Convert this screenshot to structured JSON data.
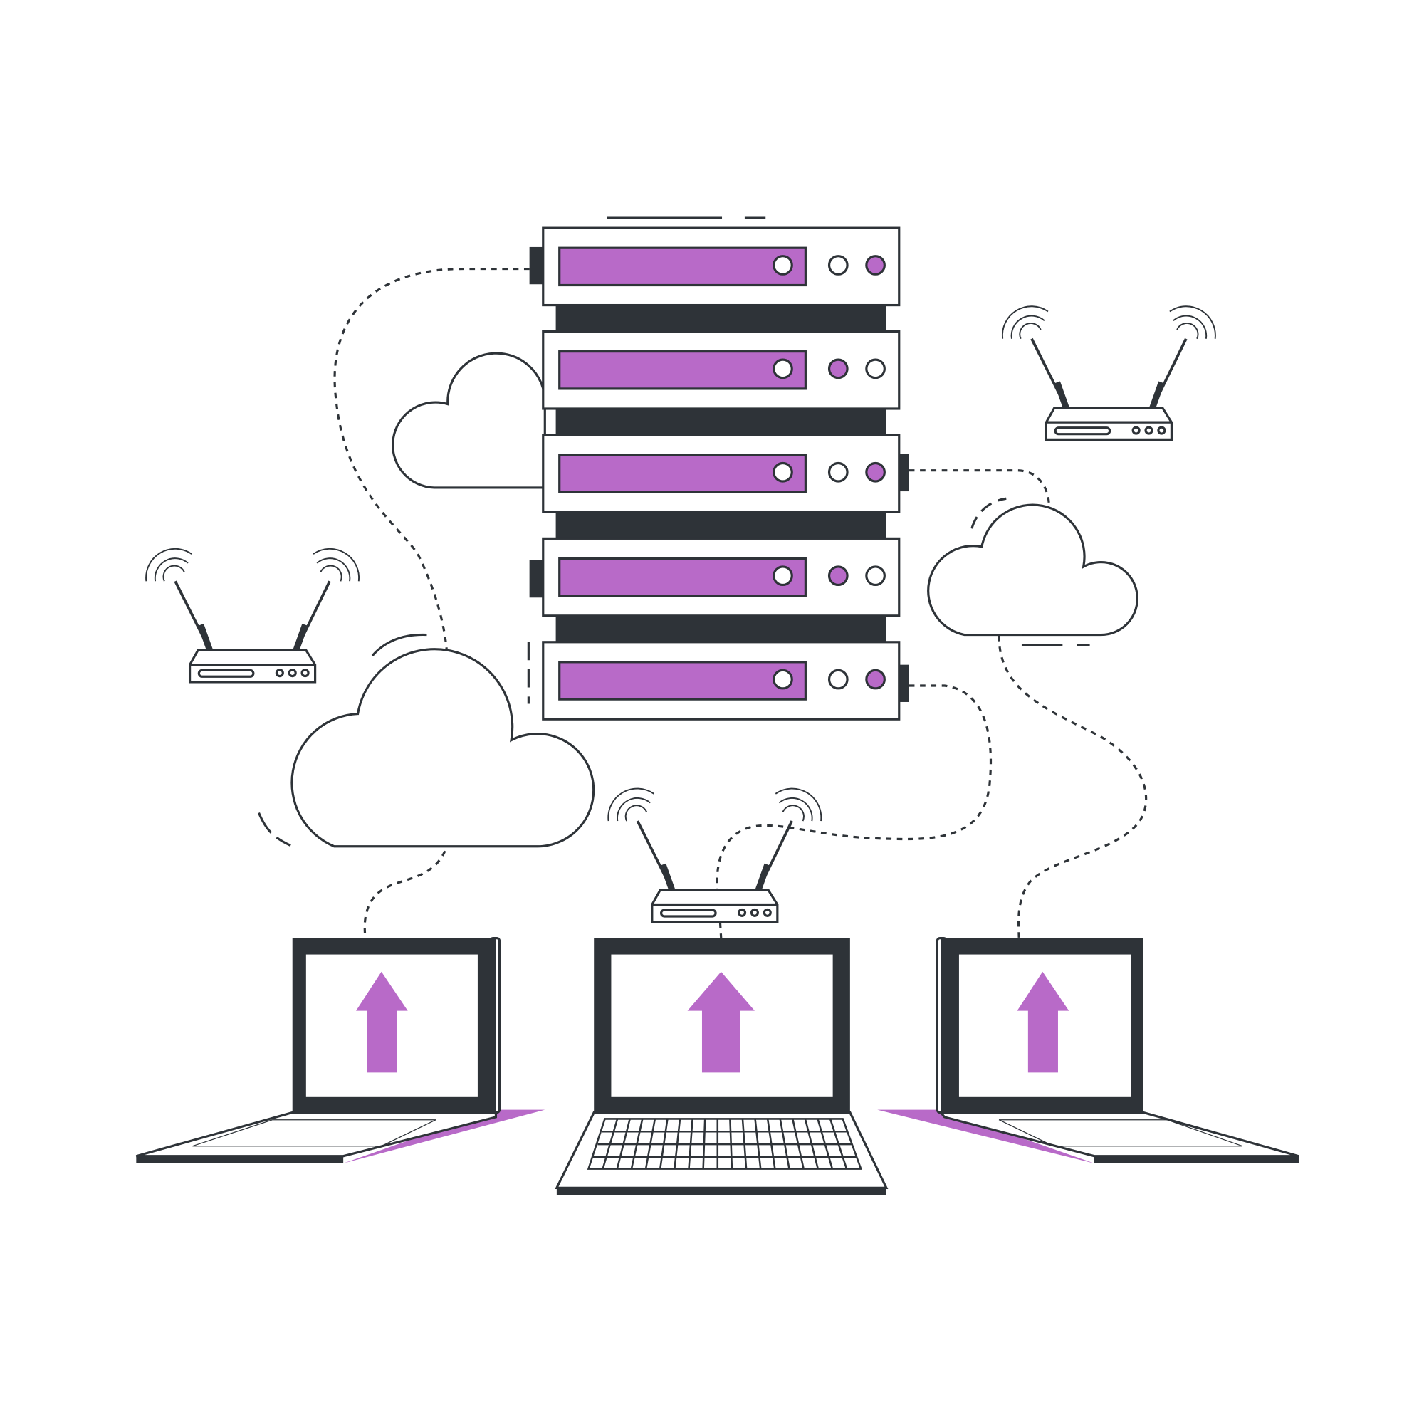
{
  "illustration": {
    "colors": {
      "accent": "#b86ac8",
      "outline": "#2e3338",
      "background": "#ffffff"
    },
    "icons": [
      "server-rack-icon",
      "cloud-icon",
      "wifi-router-icon",
      "laptop-icon",
      "upload-arrow-icon"
    ],
    "server_units": 5,
    "clouds": 3,
    "routers": 3,
    "laptops": 3
  }
}
